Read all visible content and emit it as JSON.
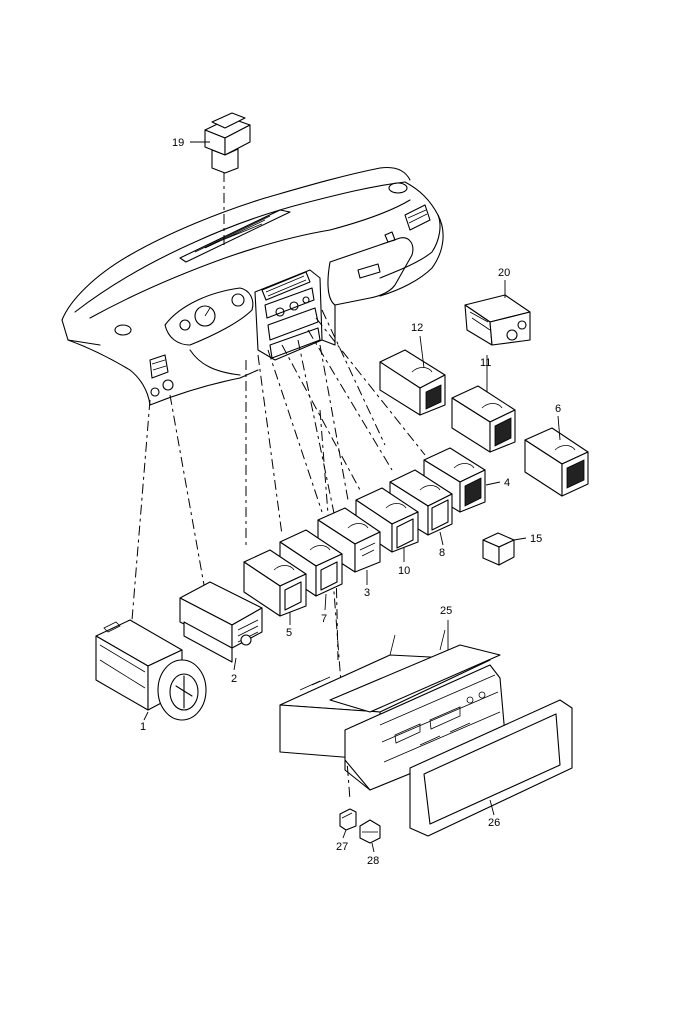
{
  "parts": [
    {
      "id": "p19",
      "number": "19"
    },
    {
      "id": "p20",
      "number": "20"
    },
    {
      "id": "p12",
      "number": "12"
    },
    {
      "id": "p11",
      "number": "11"
    },
    {
      "id": "p6",
      "number": "6"
    },
    {
      "id": "p4",
      "number": "4"
    },
    {
      "id": "p8",
      "number": "8"
    },
    {
      "id": "p10",
      "number": "10"
    },
    {
      "id": "p3",
      "number": "3"
    },
    {
      "id": "p15",
      "number": "15"
    },
    {
      "id": "p7",
      "number": "7"
    },
    {
      "id": "p5",
      "number": "5"
    },
    {
      "id": "p2",
      "number": "2"
    },
    {
      "id": "p1",
      "number": "1"
    },
    {
      "id": "p25",
      "number": "25"
    },
    {
      "id": "p26",
      "number": "26"
    },
    {
      "id": "p27",
      "number": "27"
    },
    {
      "id": "p28",
      "number": "28"
    }
  ]
}
